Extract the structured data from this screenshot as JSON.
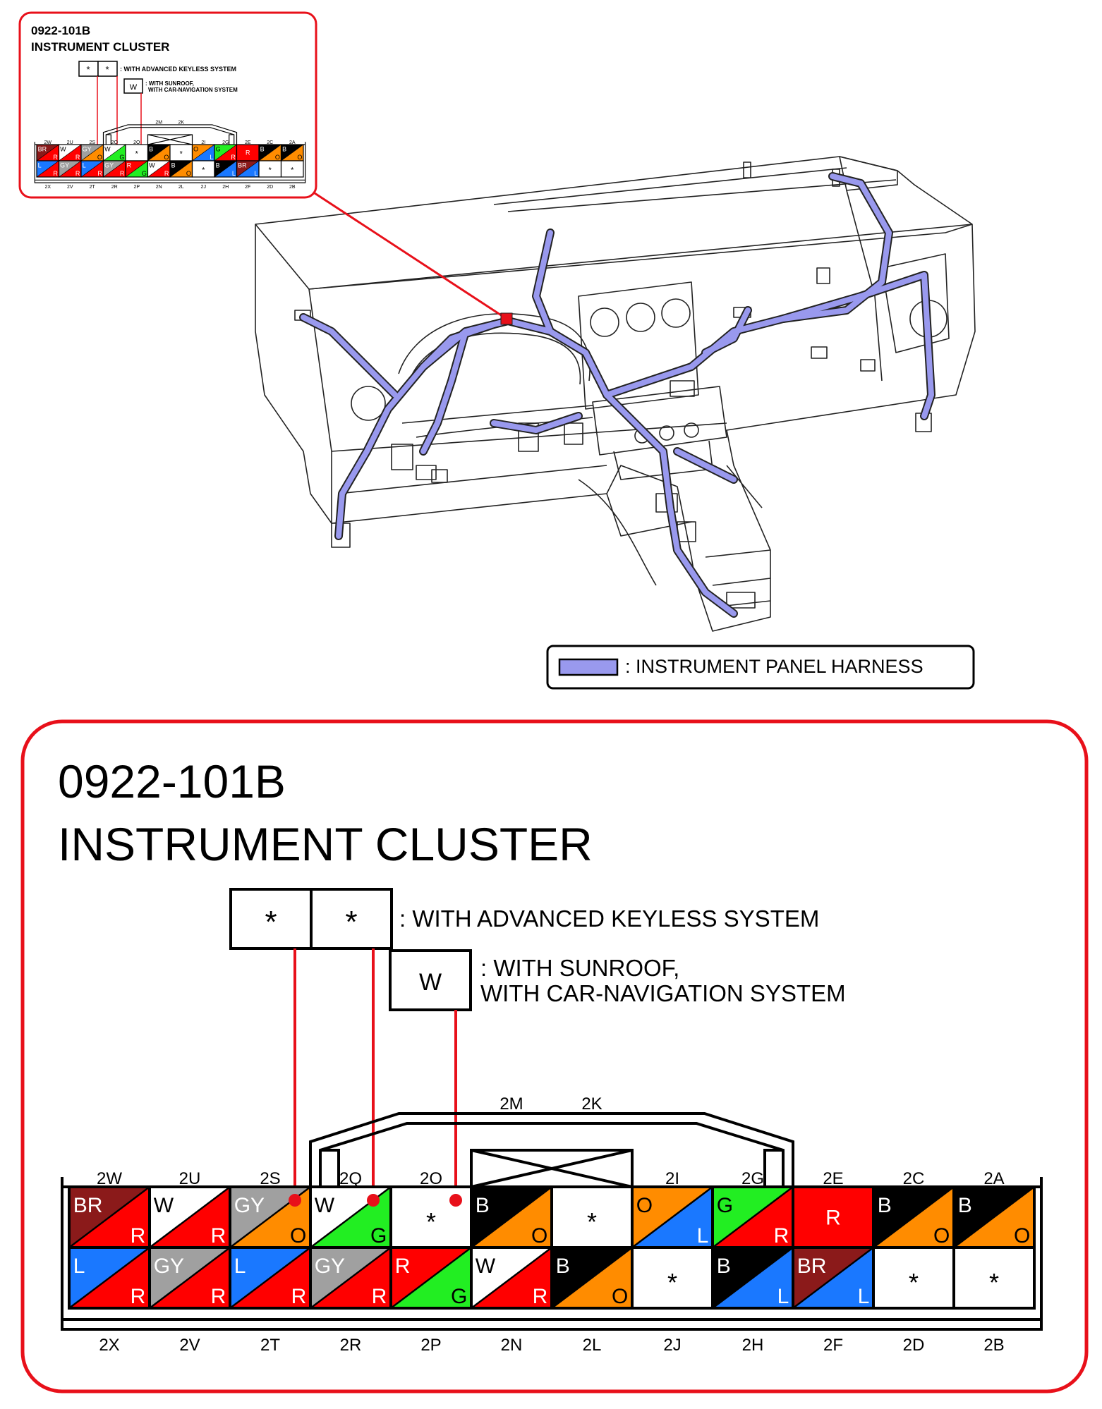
{
  "header_inset": {
    "code": "0922-101B",
    "title": "INSTRUMENT CLUSTER",
    "legend_keyless_label": ": WITH ADVANCED KEYLESS SYSTEM",
    "legend_sunroof_label_1": ": WITH SUNROOF,",
    "legend_sunroof_label_2": "WITH CAR-NAVIGATION SYSTEM"
  },
  "harness_legend": {
    "label": ": INSTRUMENT PANEL HARNESS",
    "color": "#9999ee"
  },
  "detail": {
    "code": "0922-101B",
    "title": "INSTRUMENT CLUSTER",
    "keyless_symbol": "*",
    "keyless_label": ": WITH ADVANCED KEYLESS SYSTEM",
    "sunroof_symbol": "W",
    "sunroof_label_1": ": WITH SUNROOF,",
    "sunroof_label_2": "WITH CAR-NAVIGATION SYSTEM"
  },
  "colors": {
    "BR": "#8b1a1a",
    "R": "#ff0000",
    "W": "#ffffff",
    "GY": "#a0a0a0",
    "O": "#ff8c00",
    "G": "#22ee22",
    "B": "#000000",
    "L": "#1a78ff",
    "accent_red": "#e8101a",
    "harness": "#9999ee"
  },
  "connector": {
    "top_labels": [
      "2M",
      "2K"
    ],
    "upper_labels": [
      "2W",
      "2U",
      "2S",
      "2Q",
      "2O",
      "",
      "",
      "2I",
      "2G",
      "2E",
      "2C",
      "2A"
    ],
    "lower_labels": [
      "2X",
      "2V",
      "2T",
      "2R",
      "2P",
      "2N",
      "2L",
      "2J",
      "2H",
      "2F",
      "2D",
      "2B"
    ],
    "upper_row": [
      {
        "main": "BR",
        "stripe": "R"
      },
      {
        "main": "W",
        "stripe": "R"
      },
      {
        "main": "GY",
        "stripe": "O"
      },
      {
        "main": "W",
        "stripe": "G"
      },
      {
        "main": "*",
        "stripe": ""
      },
      {
        "main": "B",
        "stripe": "O"
      },
      {
        "main": "*",
        "stripe": ""
      },
      {
        "main": "O",
        "stripe": "L"
      },
      {
        "main": "G",
        "stripe": "R"
      },
      {
        "main": "R",
        "stripe": ""
      },
      {
        "main": "B",
        "stripe": "O"
      },
      {
        "main": "B",
        "stripe": "O"
      }
    ],
    "lower_row": [
      {
        "main": "L",
        "stripe": "R"
      },
      {
        "main": "GY",
        "stripe": "R"
      },
      {
        "main": "L",
        "stripe": "R"
      },
      {
        "main": "GY",
        "stripe": "R"
      },
      {
        "main": "R",
        "stripe": "G"
      },
      {
        "main": "W",
        "stripe": "R"
      },
      {
        "main": "B",
        "stripe": "O"
      },
      {
        "main": "*",
        "stripe": ""
      },
      {
        "main": "B",
        "stripe": "L"
      },
      {
        "main": "BR",
        "stripe": "L"
      },
      {
        "main": "*",
        "stripe": ""
      },
      {
        "main": "*",
        "stripe": ""
      }
    ]
  }
}
